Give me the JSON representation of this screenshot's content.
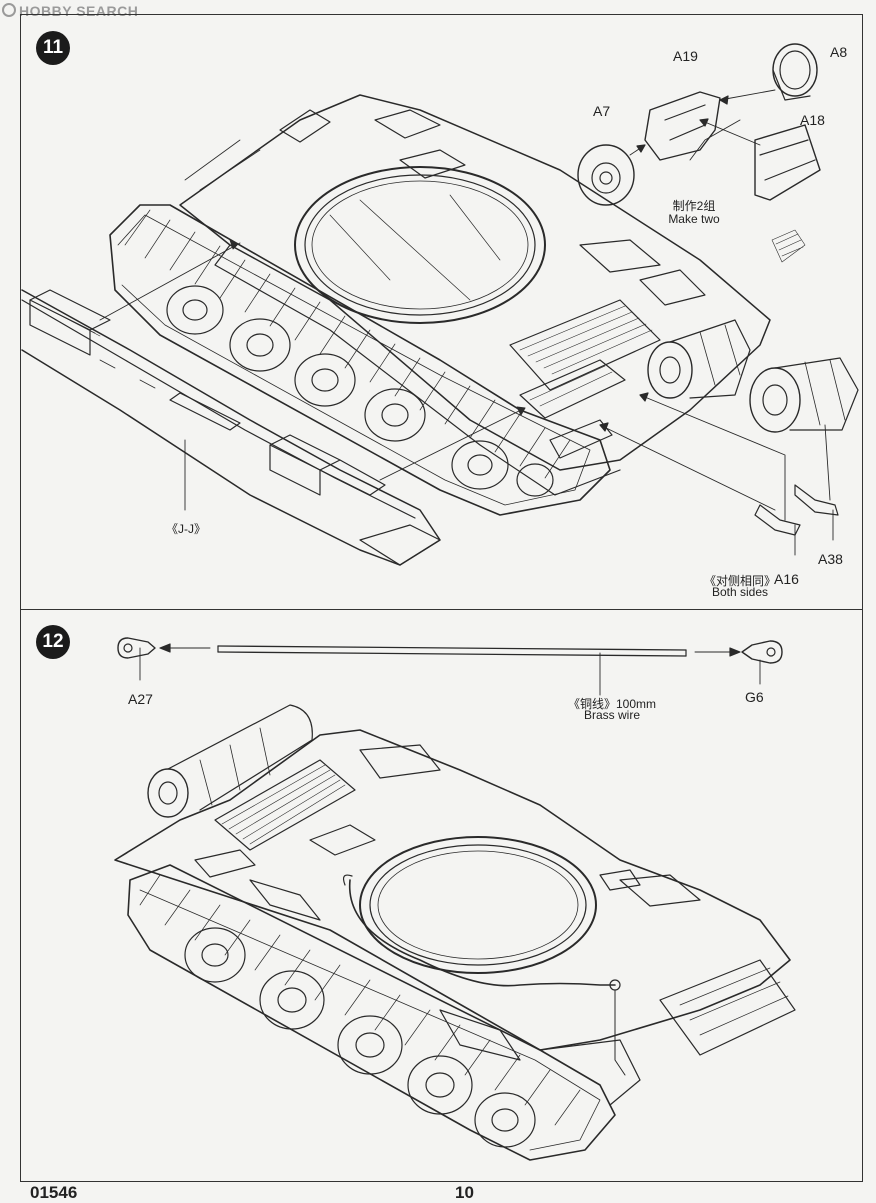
{
  "watermark": {
    "text": "HOBBY SEARCH"
  },
  "steps": [
    {
      "number": "11",
      "labels": {
        "a19": "A19",
        "a8": "A8",
        "a7": "A7",
        "a18": "A18",
        "make_two_cn": "制作2组",
        "make_two_en": "Make two",
        "jj": "《J-J》",
        "a16": "A16",
        "a38": "A38",
        "both_sides_cn": "《对侧相同》",
        "both_sides_en": "Both sides"
      }
    },
    {
      "number": "12",
      "labels": {
        "a27": "A27",
        "g6": "G6",
        "brass_cn": "《铜线》100mm",
        "brass_en": "Brass wire"
      }
    }
  ],
  "footer": {
    "code": "01546",
    "page": "10"
  },
  "colors": {
    "ink": "#222222",
    "paper": "#f4f4f2",
    "step_badge": "#1b1b1b"
  }
}
